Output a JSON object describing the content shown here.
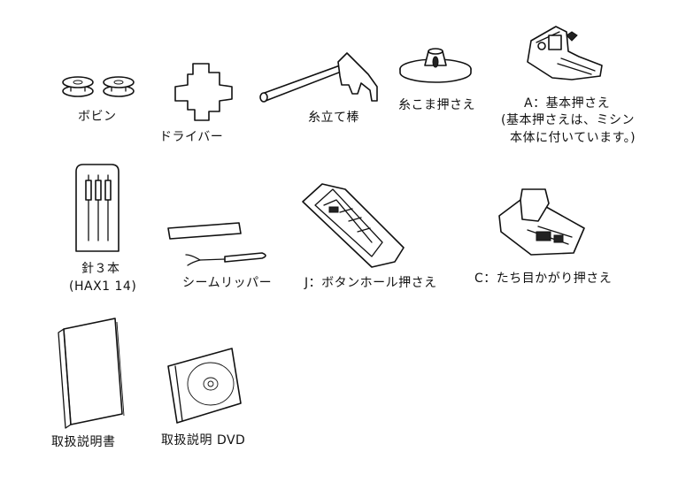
{
  "items": {
    "bobbin": {
      "label": "ボビン"
    },
    "screwdriver": {
      "label": "ドライバー"
    },
    "spool_pin": {
      "label": "糸立て棒"
    },
    "spool_cap": {
      "label": "糸こま押さえ"
    },
    "foot_a": {
      "label": "A：基本押さえ",
      "note1": "(基本押さえは、ミシン",
      "note2": "本体に付いています。)"
    },
    "needles": {
      "label": "針３本",
      "note": "(HAX1 14)"
    },
    "seam_ripper": {
      "label": "シームリッパー"
    },
    "foot_j": {
      "label": "J：ボタンホール押さえ"
    },
    "foot_c": {
      "label": "C：たち目かがり押さえ"
    },
    "manual": {
      "label": "取扱説明書"
    },
    "dvd": {
      "label": "取扱説明 DVD"
    }
  }
}
